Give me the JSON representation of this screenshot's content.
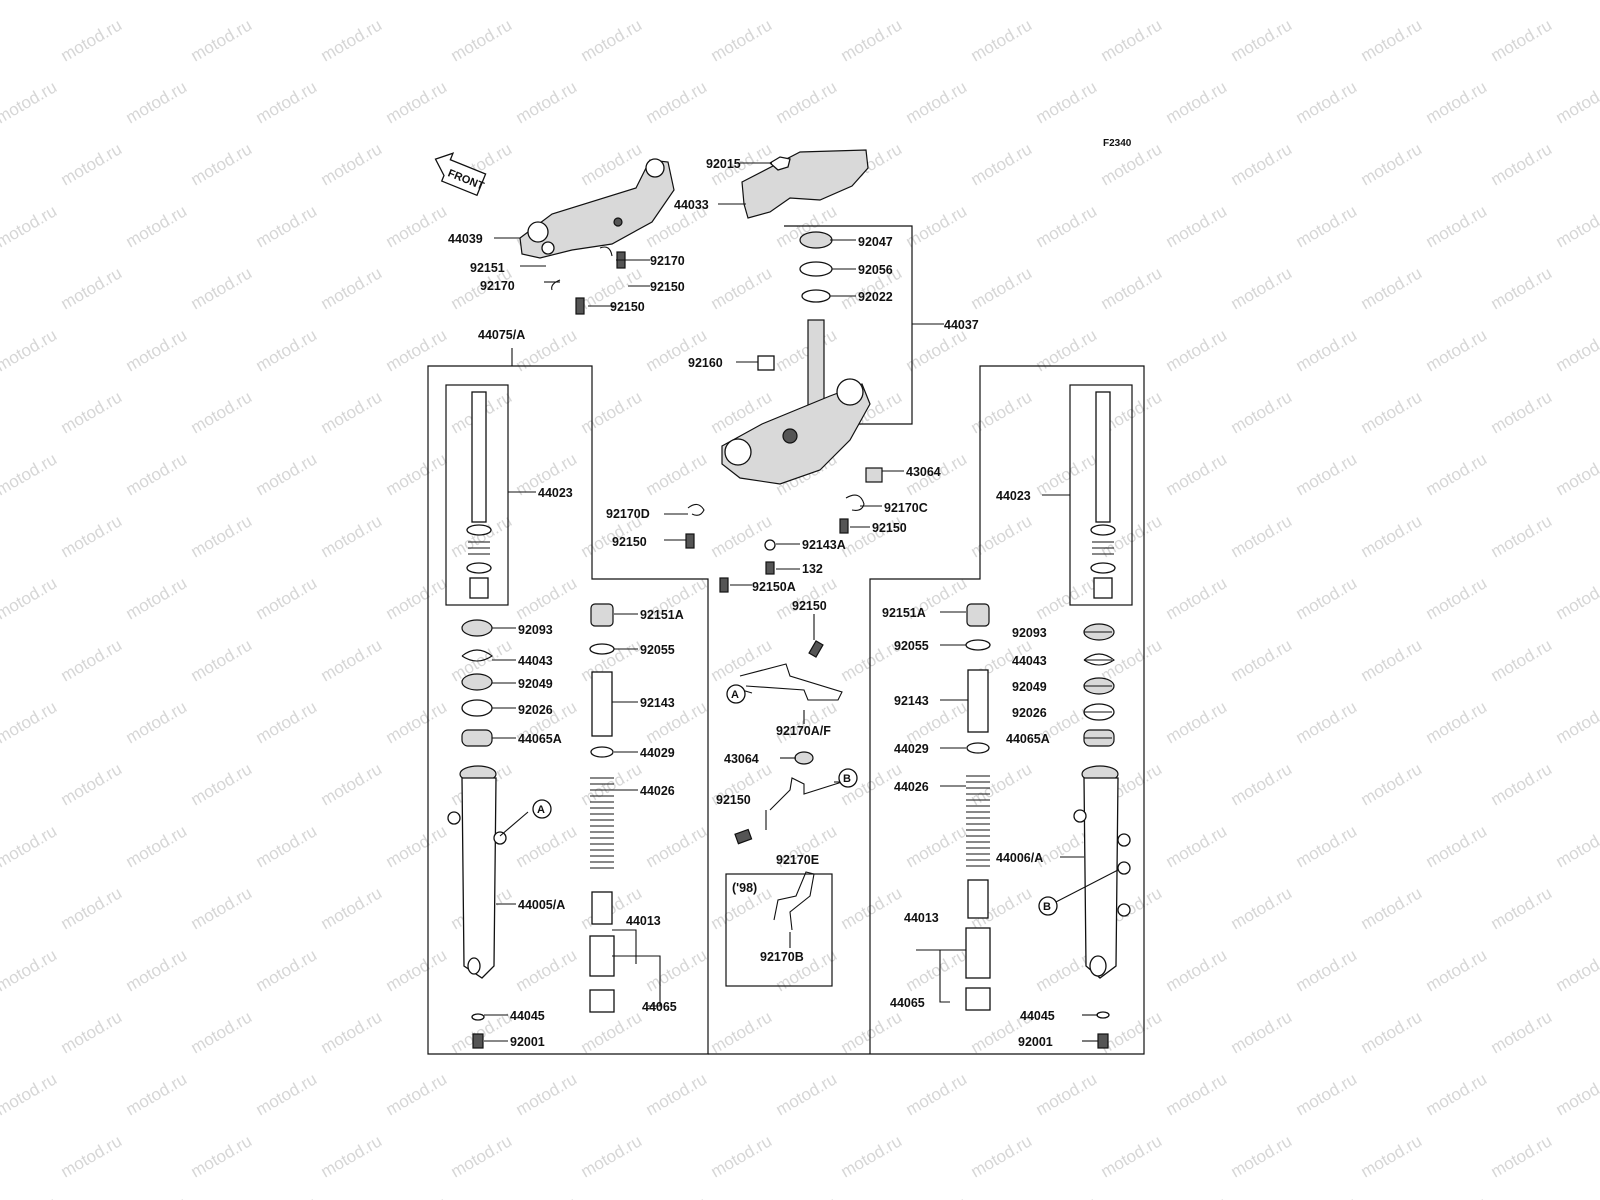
{
  "diagram_code": "F2340",
  "front_arrow_text": "FRONT",
  "variant_note": "('98)",
  "watermark_text": "motod.ru",
  "callouts": [
    {
      "id": "A",
      "label": "A"
    },
    {
      "id": "B",
      "label": "B"
    }
  ],
  "labels": [
    "92015",
    "44033",
    "44039",
    "92170",
    "92151",
    "92150",
    "92047",
    "92056",
    "92022",
    "44037",
    "44075/A",
    "92160",
    "43064",
    "92170C",
    "92170D",
    "92143A",
    "132",
    "92150A",
    "44023",
    "92093",
    "44043",
    "92049",
    "92026",
    "44065A",
    "92151A",
    "92055",
    "92143",
    "44029",
    "44026",
    "44013",
    "44065",
    "44005/A",
    "44045",
    "92001",
    "92170A/F",
    "92170E",
    "92170B",
    "44006/A"
  ]
}
